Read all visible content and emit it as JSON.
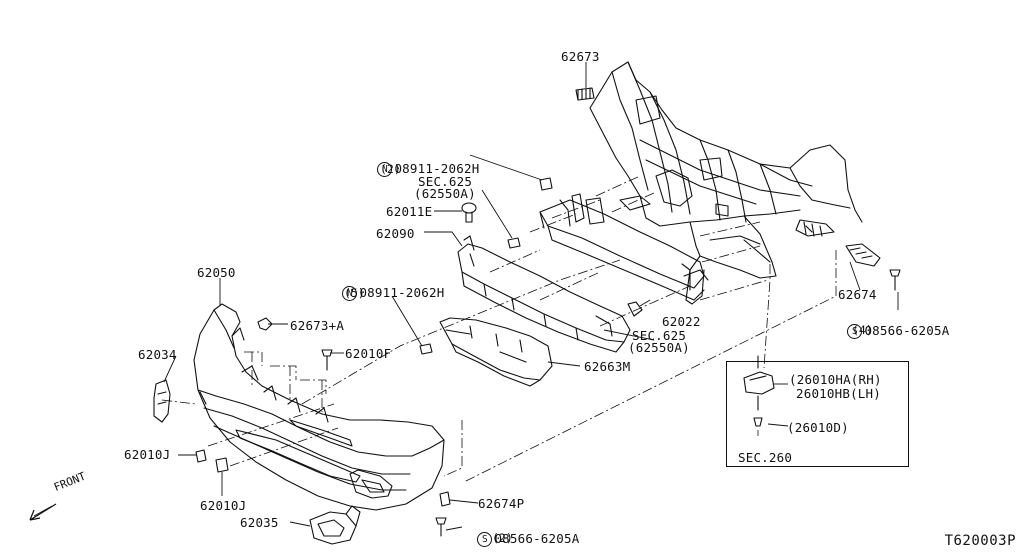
{
  "diagram_code": "T620003P",
  "front_label": "FRONT",
  "inset": {
    "section": "SEC.260"
  },
  "symbols": {
    "nut": "N",
    "screw": "S"
  },
  "labels": {
    "p62673": "62673",
    "p08911_top": "08911-2062H",
    "p08911_top_qty": "(2)",
    "sec625_top": "SEC.625",
    "sec625_top_sub": "(62550A)",
    "p62011E": "62011E",
    "p62090": "62090",
    "p62050": "62050",
    "p08911_mid": "08911-2062H",
    "p08911_mid_qty": "(5)",
    "p62673A": "62673+A",
    "p62034": "62034",
    "p62010F": "62010F",
    "p62022": "62022",
    "sec625_bot": "SEC.625",
    "sec625_bot_sub": "(62550A)",
    "p62663M": "62663M",
    "p62674": "62674",
    "p08566_right": "08566-6205A",
    "p08566_right_qty": "(4)",
    "p26010HA": "(26010HA(RH)",
    "p26010HB": "26010HB(LH)",
    "p26010D": "(26010D)",
    "p62010J_left": "62010J",
    "p62010J_bot": "62010J",
    "p62674P": "62674P",
    "p62035": "62035",
    "p08566_bot": "08566-6205A",
    "p08566_bot_qty": "(2)"
  }
}
